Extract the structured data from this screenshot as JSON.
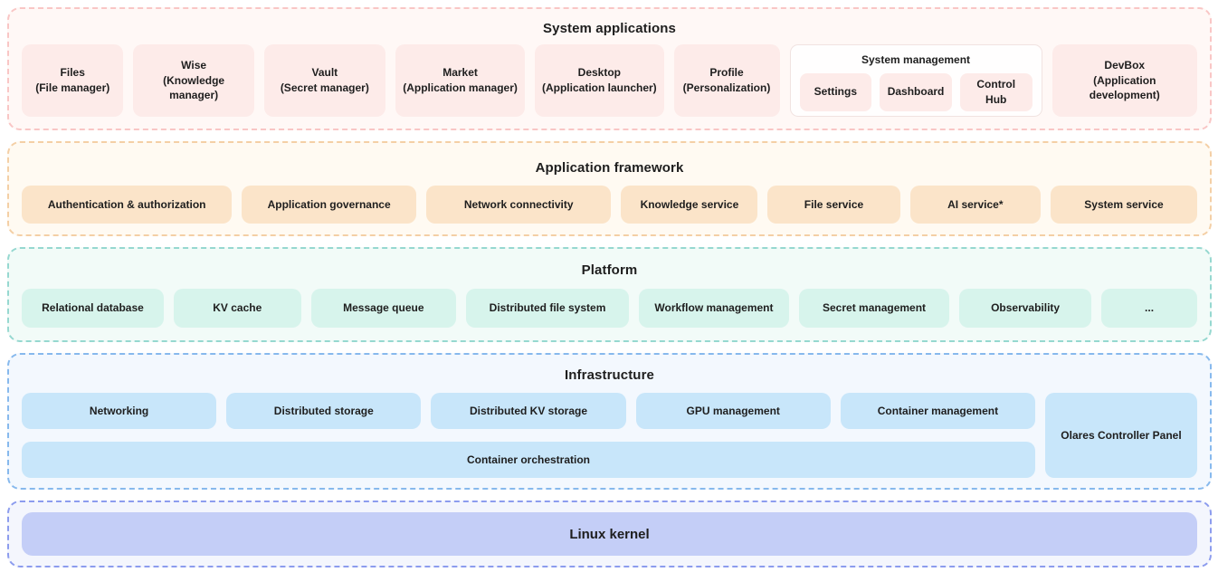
{
  "palette": {
    "system_applications": {
      "border": "#f9c6c5",
      "background": "#fff8f6",
      "card": "#fdebe9"
    },
    "application_framework": {
      "border": "#f4cfa5",
      "background": "#fffaf2",
      "card": "#fbe4c9"
    },
    "platform": {
      "border": "#96d8d0",
      "background": "#f2fbf8",
      "card": "#d7f4ec"
    },
    "infrastructure": {
      "border": "#87b9ed",
      "background": "#f3f8fe",
      "card": "#c8e6fa"
    },
    "kernel": {
      "border": "#8c9cee",
      "background": "#f4f6fd",
      "card": "#c4cef7"
    },
    "text": "#1e1e1e"
  },
  "layers": {
    "system_applications": {
      "title": "System applications",
      "cards": [
        {
          "title": "Files",
          "subtitle": "(File manager)"
        },
        {
          "title": "Wise",
          "subtitle": "(Knowledge manager)"
        },
        {
          "title": "Vault",
          "subtitle": "(Secret manager)"
        },
        {
          "title": "Market",
          "subtitle": "(Application manager)"
        },
        {
          "title": "Desktop",
          "subtitle": "(Application launcher)"
        },
        {
          "title": "Profile",
          "subtitle": "(Personalization)"
        }
      ],
      "group": {
        "title": "System management",
        "cards": [
          "Settings",
          "Dashboard",
          "Control Hub"
        ]
      },
      "devbox": {
        "title": "DevBox",
        "subtitle": "(Application development)"
      }
    },
    "application_framework": {
      "title": "Application framework",
      "cards": [
        "Authentication & authorization",
        "Application governance",
        "Network connectivity",
        "Knowledge service",
        "File service",
        "AI service*",
        "System service"
      ]
    },
    "platform": {
      "title": "Platform",
      "cards": [
        "Relational database",
        "KV cache",
        "Message queue",
        "Distributed  file system",
        "Workflow management",
        "Secret management",
        "Observability",
        "..."
      ]
    },
    "infrastructure": {
      "title": "Infrastructure",
      "row1": [
        "Networking",
        "Distributed storage",
        "Distributed KV storage",
        "GPU management",
        "Container management"
      ],
      "row2": "Container orchestration",
      "side": "Olares Controller Panel"
    },
    "kernel": {
      "title": "Linux kernel"
    }
  }
}
